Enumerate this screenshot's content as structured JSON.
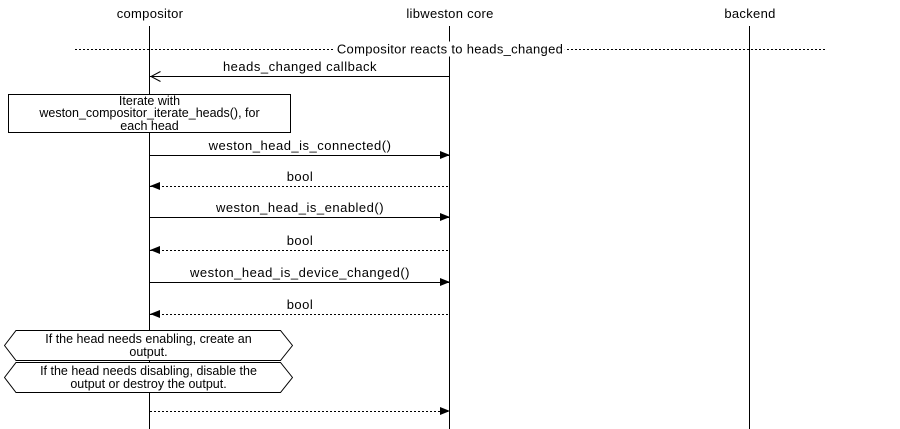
{
  "diagram": {
    "colors": {
      "line": "#000000",
      "background": "#ffffff"
    },
    "participants": [
      {
        "label": "compositor"
      },
      {
        "label": "libweston core"
      },
      {
        "label": "backend"
      }
    ],
    "divider": {
      "label": "Compositor reacts to heads_changed"
    },
    "messages": [
      {
        "label": "heads_changed callback",
        "from": "libweston core",
        "to": "compositor",
        "line": "solid",
        "arrow": "open"
      },
      {
        "label": "weston_head_is_connected()",
        "from": "compositor",
        "to": "libweston core",
        "line": "solid",
        "arrow": "filled"
      },
      {
        "label": "bool",
        "from": "libweston core",
        "to": "compositor",
        "line": "dotted",
        "arrow": "filled"
      },
      {
        "label": "weston_head_is_enabled()",
        "from": "compositor",
        "to": "libweston core",
        "line": "solid",
        "arrow": "filled"
      },
      {
        "label": "bool",
        "from": "libweston core",
        "to": "compositor",
        "line": "dotted",
        "arrow": "filled"
      },
      {
        "label": "weston_head_is_device_changed()",
        "from": "compositor",
        "to": "libweston core",
        "line": "solid",
        "arrow": "filled"
      },
      {
        "label": "bool",
        "from": "libweston core",
        "to": "compositor",
        "line": "dotted",
        "arrow": "filled"
      },
      {
        "label": "",
        "from": "compositor",
        "to": "libweston core",
        "line": "dotted",
        "arrow": "filled"
      }
    ],
    "notes": [
      {
        "shape": "rect",
        "lines": [
          "Iterate with",
          "weston_compositor_iterate_heads(), for",
          "each head"
        ]
      },
      {
        "shape": "hexagon",
        "lines": [
          "If the head needs enabling, create an",
          "output."
        ]
      },
      {
        "shape": "hexagon",
        "lines": [
          "If the head needs disabling, disable the",
          "output or destroy the output."
        ]
      }
    ]
  }
}
